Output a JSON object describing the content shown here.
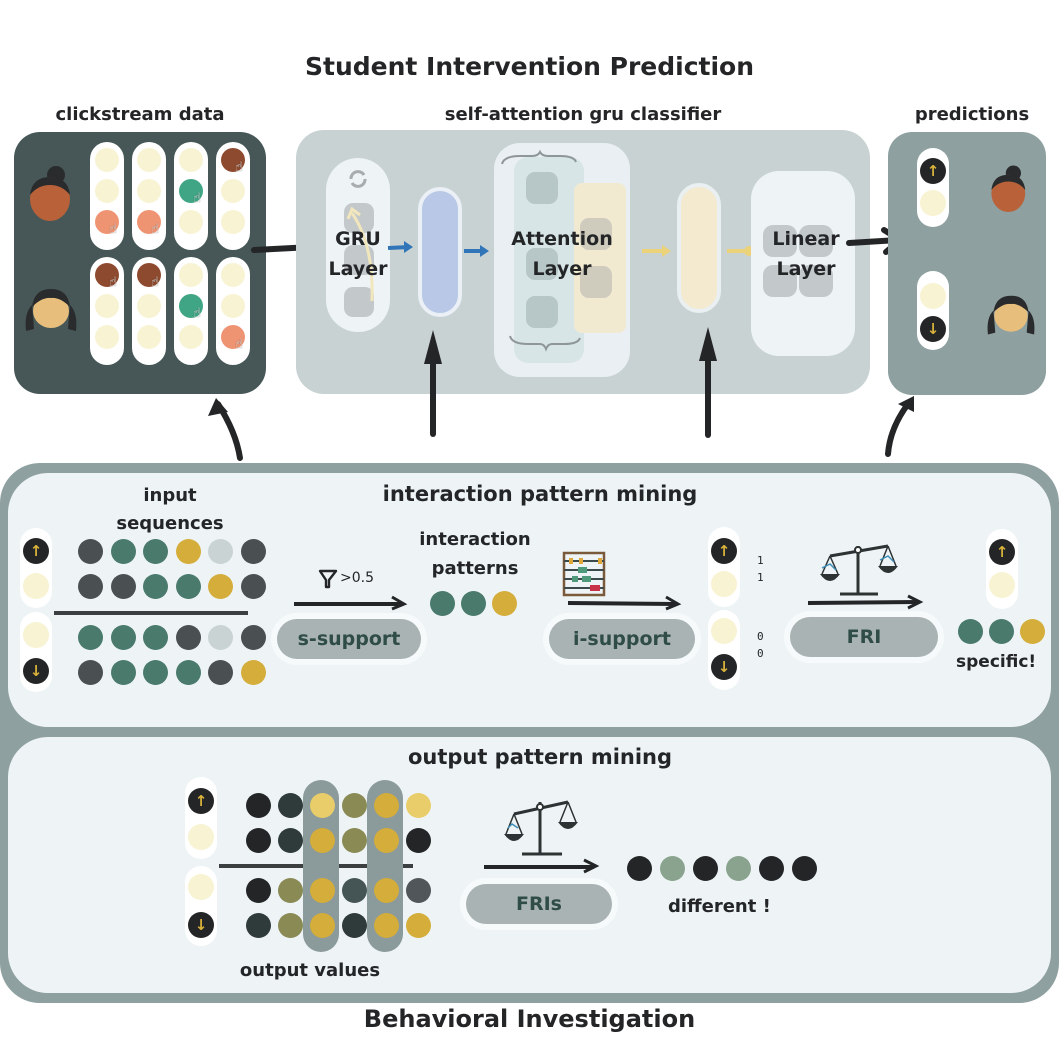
{
  "title": "Student Intervention Prediction",
  "footer_title": "Behavioral Investigation",
  "panels": {
    "clickstream": {
      "label": "clickstream data",
      "students": [
        {
          "avatar": "student-bun-avatar",
          "columns": [
            [
              "empty",
              "empty",
              "click-salmon"
            ],
            [
              "empty",
              "empty",
              "click-salmon"
            ],
            [
              "empty",
              "click-green",
              "empty"
            ],
            [
              "click-brown",
              "empty",
              "empty"
            ]
          ]
        },
        {
          "avatar": "student-pigtails-avatar",
          "columns": [
            [
              "click-brown",
              "empty",
              "empty"
            ],
            [
              "click-brown",
              "empty",
              "empty"
            ],
            [
              "empty",
              "click-green",
              "empty"
            ],
            [
              "empty",
              "empty",
              "click-salmon"
            ]
          ]
        }
      ]
    },
    "classifier": {
      "label": "self-attention gru classifier",
      "gru_label_line1": "GRU",
      "gru_label_line2": "Layer",
      "attention_label_line1": "Attention",
      "attention_label_line2": "Layer",
      "linear_label_line1": "Linear",
      "linear_label_line2": "Layer"
    },
    "predictions": {
      "label": "predictions",
      "items": [
        {
          "direction": "up",
          "glyph": "↑",
          "student": "student-bun-avatar"
        },
        {
          "direction": "down",
          "glyph": "↓",
          "student": "student-pigtails-avatar"
        }
      ]
    }
  },
  "interaction_mining": {
    "label": "interaction pattern mining",
    "input_label_line1": "input",
    "input_label_line2": "sequences",
    "up_glyph": "↑",
    "down_glyph": "↓",
    "sequences": [
      [
        "dark",
        "teal",
        "teal",
        "gold",
        "light",
        "dark"
      ],
      [
        "dark",
        "dark",
        "teal",
        "teal",
        "gold",
        "dark"
      ],
      [
        "teal",
        "teal",
        "teal",
        "dark",
        "light",
        "dark"
      ],
      [
        "dark",
        "teal",
        "teal",
        "teal",
        "dark",
        "gold"
      ]
    ],
    "filter_threshold": ">0.5",
    "s_support_label": "s-support",
    "patterns_label_line1": "interaction",
    "patterns_label_line2": "patterns",
    "pattern": [
      "teal",
      "teal",
      "gold"
    ],
    "i_support_label": "i-support",
    "support_values": [
      "1",
      "1",
      "0",
      "0"
    ],
    "fri_label": "FRI",
    "specific_label": "specific!",
    "specific_pattern": [
      "teal",
      "teal",
      "gold"
    ]
  },
  "output_mining": {
    "label": "output pattern mining",
    "output_values_label": "output values",
    "up_glyph": "↑",
    "down_glyph": "↓",
    "values": [
      [
        "black",
        "charcoal",
        "gold-light",
        "olive",
        "gold",
        "gold-light"
      ],
      [
        "black",
        "charcoal",
        "gold",
        "olive",
        "gold",
        "black"
      ],
      [
        "black",
        "olive",
        "gold",
        "slate",
        "gold",
        "grey"
      ],
      [
        "charcoal",
        "olive",
        "gold",
        "charcoal",
        "gold",
        "gold"
      ]
    ],
    "highlighted_columns": [
      2,
      4
    ],
    "fris_label": "FRIs",
    "different_label": "different !",
    "different_pattern": [
      "black",
      "sage",
      "black",
      "sage",
      "black",
      "black"
    ]
  },
  "colors": {
    "dark": "#4a4f52",
    "teal": "#4a7a6c",
    "gold": "#d4ad3b",
    "light": "#c9d3d3",
    "black": "#232526",
    "charcoal": "#2f3b3a",
    "gold-light": "#e8cd6a",
    "olive": "#8a8a55",
    "slate": "#455556",
    "grey": "#50565a",
    "sage": "#8aa38f",
    "click-salmon": "#ef9473",
    "click-green": "#3fa585",
    "click-brown": "#8e4a2e",
    "empty": "#f8f3d3"
  }
}
